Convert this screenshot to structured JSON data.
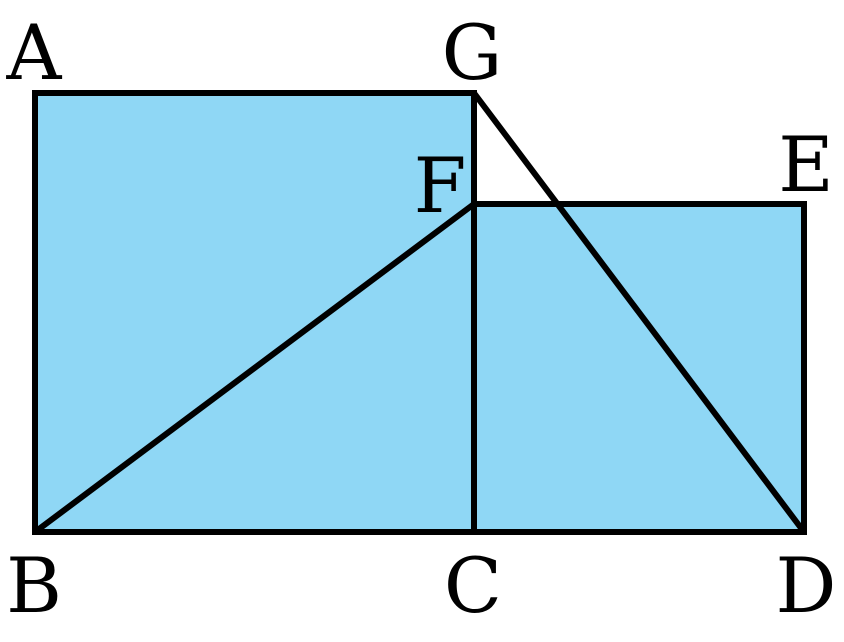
{
  "colors": {
    "fill": "#8fd7f5",
    "stroke": "#000000",
    "background": "#ffffff"
  },
  "labels": {
    "A": "A",
    "B": "B",
    "C": "C",
    "D": "D",
    "E": "E",
    "F": "F",
    "G": "G"
  }
}
